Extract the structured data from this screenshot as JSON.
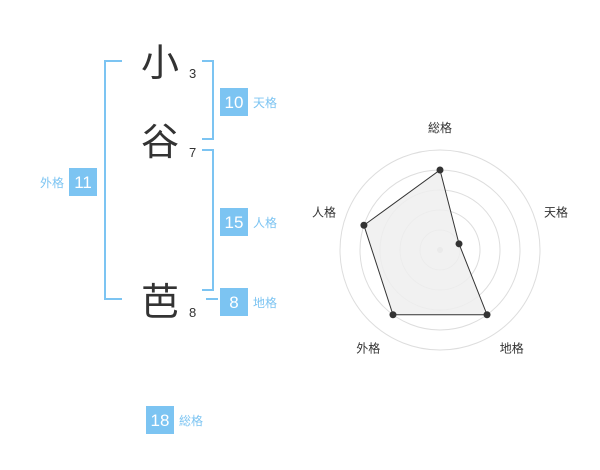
{
  "name": {
    "chars": [
      {
        "char": "小",
        "strokes": "3"
      },
      {
        "char": "谷",
        "strokes": "7"
      },
      {
        "char": "芭",
        "strokes": "8"
      }
    ]
  },
  "fortune": {
    "tenkaku": {
      "value": "10",
      "label": "天格"
    },
    "jinkaku": {
      "value": "15",
      "label": "人格"
    },
    "chikaku": {
      "value": "8",
      "label": "地格"
    },
    "gaikaku": {
      "value": "11",
      "label": "外格"
    },
    "soukaku": {
      "value": "18",
      "label": "総格"
    }
  },
  "chart_data": {
    "type": "radar",
    "axes": [
      "総格",
      "天格",
      "地格",
      "外格",
      "人格"
    ],
    "values": [
      4,
      1,
      4,
      4,
      4
    ],
    "max": 5,
    "rings": 5,
    "colors": {
      "fill": "#eeeeee",
      "stroke": "#333333",
      "grid": "#dddddd",
      "accent": "#7cc4f2"
    }
  }
}
